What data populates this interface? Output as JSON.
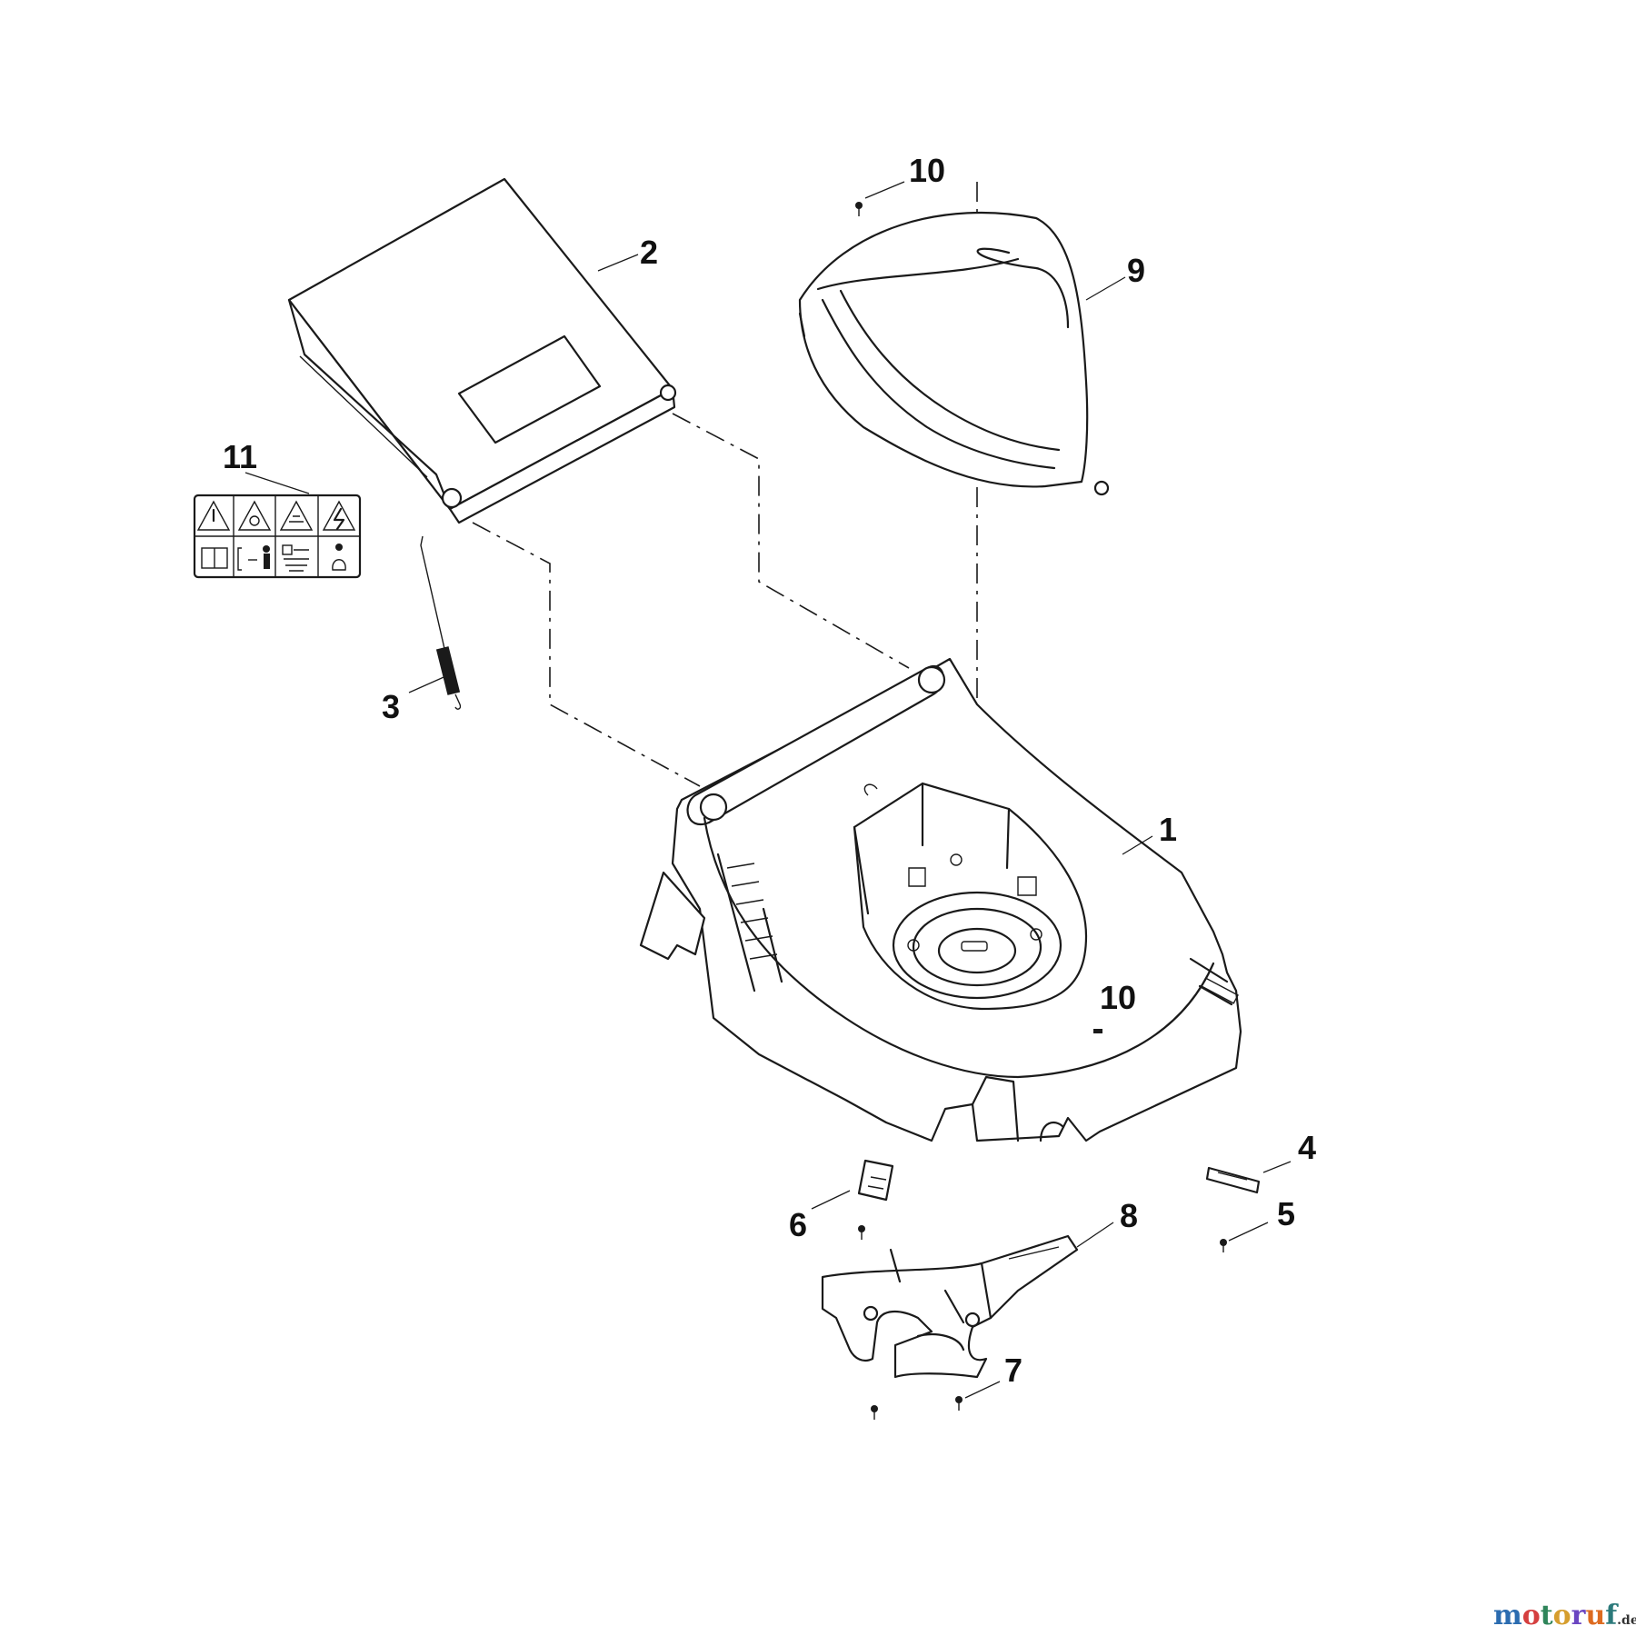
{
  "diagram": {
    "callouts": [
      {
        "id": "c10a",
        "label": "10"
      },
      {
        "id": "c2",
        "label": "2"
      },
      {
        "id": "c9",
        "label": "9"
      },
      {
        "id": "c11",
        "label": "11"
      },
      {
        "id": "c3",
        "label": "3"
      },
      {
        "id": "c1",
        "label": "1"
      },
      {
        "id": "c10b",
        "label": "10"
      },
      {
        "id": "c4",
        "label": "4"
      },
      {
        "id": "c6",
        "label": "6"
      },
      {
        "id": "c8",
        "label": "8"
      },
      {
        "id": "c5",
        "label": "5"
      },
      {
        "id": "c7",
        "label": "7"
      }
    ]
  },
  "watermark": {
    "letters": [
      "m",
      "o",
      "t",
      "o",
      "r",
      "u",
      "f"
    ],
    "colors": [
      "#2b6cb0",
      "#d53f3f",
      "#2f855a",
      "#d69e2e",
      "#6b46c1",
      "#dd6b20",
      "#2c7a7b"
    ],
    "suffix": ".de"
  }
}
